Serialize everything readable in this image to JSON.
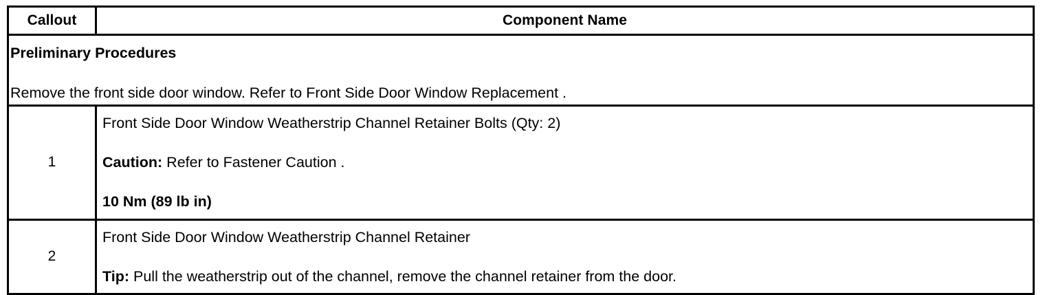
{
  "table": {
    "headers": {
      "callout": "Callout",
      "component_name": "Component Name"
    },
    "preliminary": {
      "title": "Preliminary Procedures",
      "text": "Remove the front side door window. Refer to Front Side Door Window Replacement ."
    },
    "rows": [
      {
        "callout": "1",
        "lines": [
          {
            "label": "",
            "text": "Front Side Door Window Weatherstrip Channel Retainer Bolts (Qty: 2)",
            "bold_all": false
          },
          {
            "label": "Caution:",
            "text": " Refer to Fastener Caution .",
            "bold_all": false
          },
          {
            "label": "",
            "text": "10 Nm (89 lb in)",
            "bold_all": true
          }
        ]
      },
      {
        "callout": "2",
        "lines": [
          {
            "label": "",
            "text": "Front Side Door Window Weatherstrip Channel Retainer",
            "bold_all": false
          },
          {
            "label": "Tip:",
            "text": " Pull the weatherstrip out of the channel, remove the channel retainer from the door.",
            "bold_all": false
          }
        ]
      }
    ]
  },
  "colors": {
    "border": "#000000",
    "text": "#000000",
    "background": "#ffffff"
  }
}
